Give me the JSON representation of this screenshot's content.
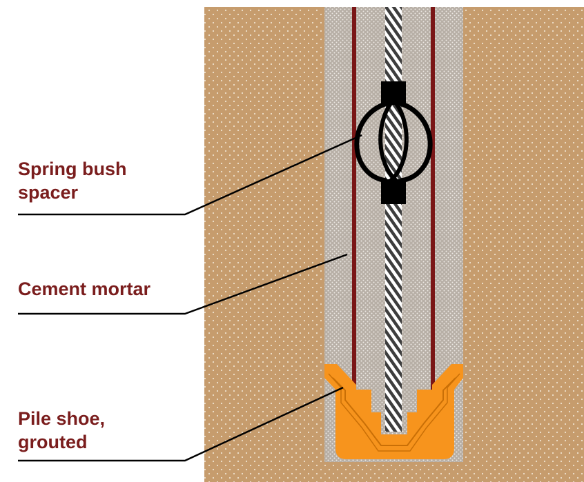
{
  "labels": {
    "spring_bush_spacer": {
      "line1": "Spring bush",
      "line2": "spacer"
    },
    "cement_mortar": {
      "line1": "Cement mortar"
    },
    "pile_shoe": {
      "line1": "Pile shoe,",
      "line2": "grouted"
    }
  },
  "colors": {
    "soil": "#c69c6d",
    "mortar": "#b7afa6",
    "casing": "#7a1616",
    "rod_dark": "#3d3d3d",
    "rod_light": "#ffffff",
    "shoe": "#f7941d",
    "shoe_outline": "#c96f06",
    "spacer": "#000000",
    "label_text": "#7a1d1d",
    "leader": "#000000"
  }
}
